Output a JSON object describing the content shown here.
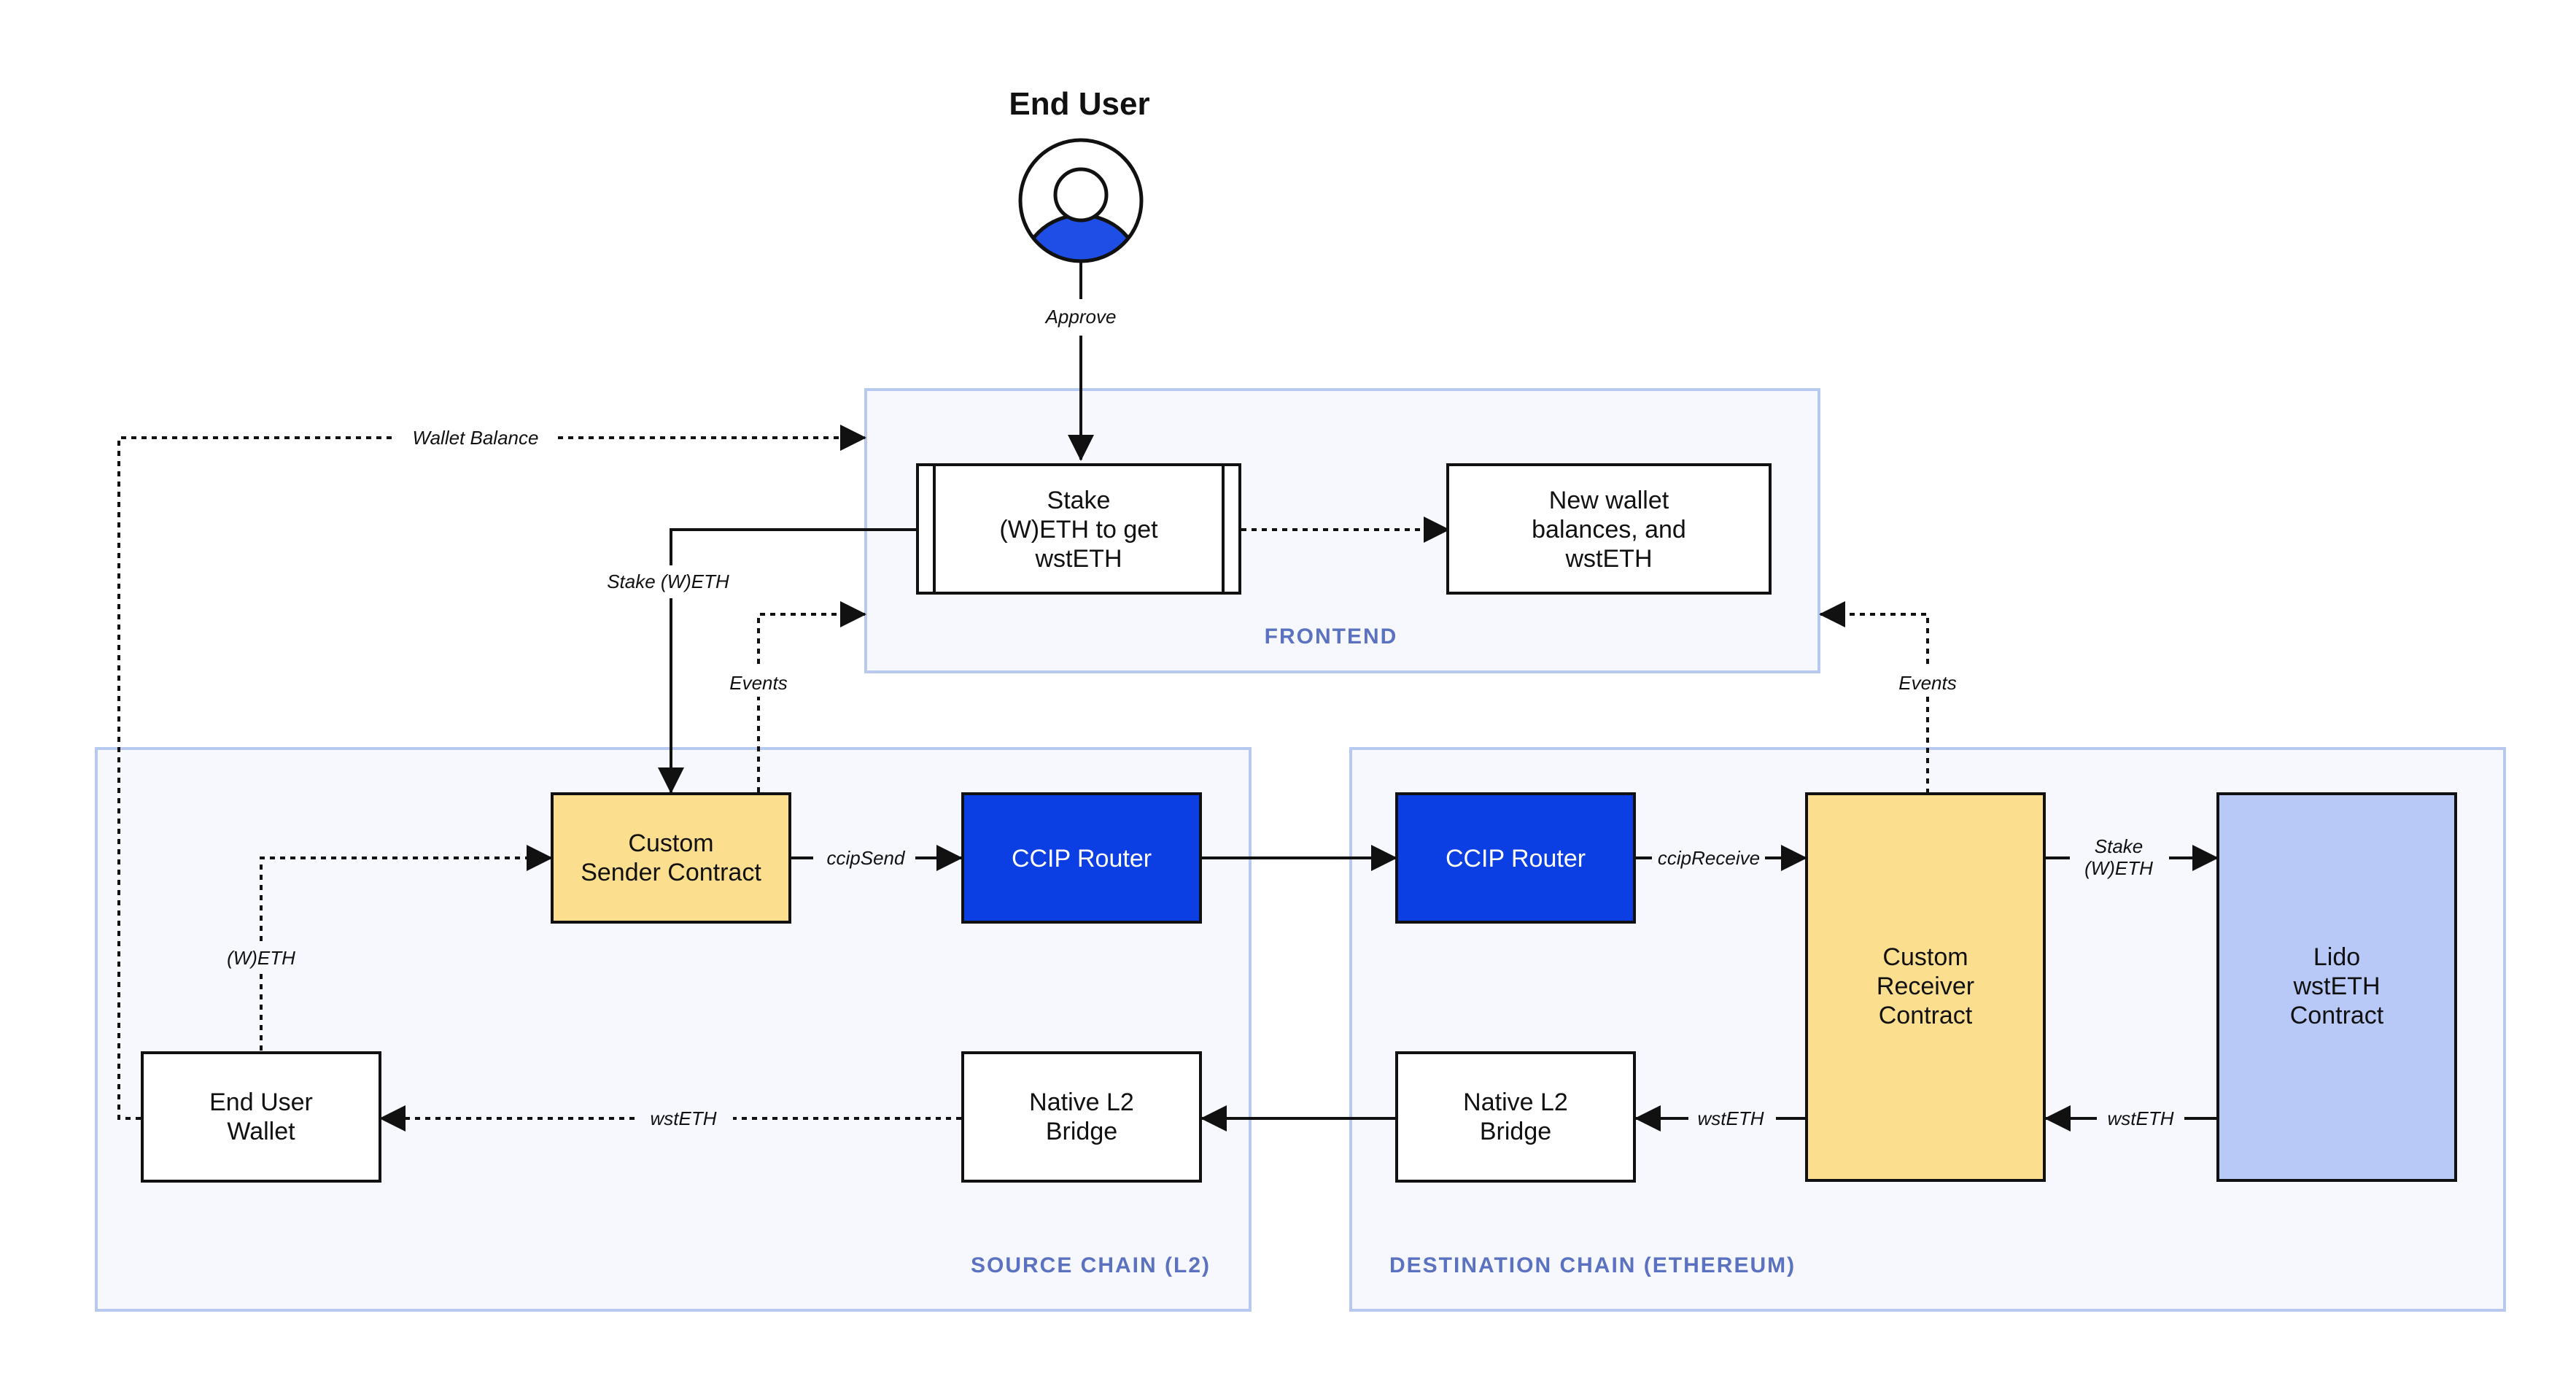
{
  "end_user": {
    "title": "End User"
  },
  "regions": {
    "frontend": "FRONTEND",
    "source": "SOURCE CHAIN (L2)",
    "destination": "DESTINATION CHAIN (ETHEREUM)"
  },
  "nodes": {
    "stake": [
      "Stake",
      "(W)ETH to get",
      "wstETH"
    ],
    "new_balances": [
      "New wallet",
      "balances, and",
      "wstETH"
    ],
    "sender": [
      "Custom",
      "Sender Contract"
    ],
    "ccip_router_src": [
      "CCIP Router"
    ],
    "ccip_router_dst": [
      "CCIP Router"
    ],
    "wallet": [
      "End User",
      "Wallet"
    ],
    "bridge_src": [
      "Native L2",
      "Bridge"
    ],
    "bridge_dst": [
      "Native L2",
      "Bridge"
    ],
    "receiver": [
      "Custom",
      "Receiver",
      "Contract"
    ],
    "lido": [
      "Lido",
      "wstETH",
      "Contract"
    ]
  },
  "edges": {
    "approve": "Approve",
    "wallet_balance": "Wallet Balance",
    "stake_weth": "Stake (W)ETH",
    "events_src": "Events",
    "events_dst": "Events",
    "ccip_send": "ccipSend",
    "ccip_receive": "ccipReceive",
    "weth": "(W)ETH",
    "wsteth_src": "wstETH",
    "wsteth_dst": "wstETH",
    "wsteth_lido": "wstETH",
    "stake_lido": [
      "Stake",
      "(W)ETH"
    ]
  },
  "colors": {
    "region_border": "#b8c9ef",
    "region_fill": "#f6f8fd",
    "region_label": "#5a72c0",
    "sender_fill": "#fbdf8f",
    "receiver_fill": "#fbdf8f",
    "ccip_fill": "#0b3ee3",
    "lido_fill": "#b8c9f7",
    "user_accent": "#1f4ee6"
  },
  "icons": {
    "user": "user-avatar-icon"
  }
}
